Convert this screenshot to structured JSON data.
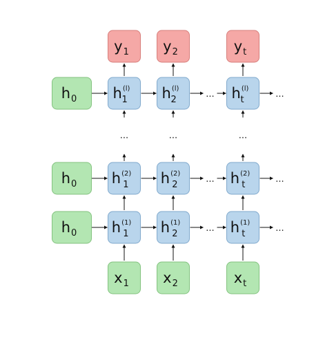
{
  "columns": [
    {
      "index": "1"
    },
    {
      "index": "2"
    },
    {
      "index": "t"
    }
  ],
  "layers": [
    {
      "superscript": "(l)"
    },
    {
      "superscript": "(2)"
    },
    {
      "superscript": "(1)"
    }
  ],
  "hidden_symbol": "h",
  "initial_state": {
    "symbol": "h",
    "subscript": "0"
  },
  "input_symbol": "x",
  "output_symbol": "y",
  "ellipsis": "...",
  "colors": {
    "input_and_initial_fill": "#b3e6b2",
    "hidden_fill": "#b9d5ec",
    "output_fill": "#f5a8a6"
  }
}
